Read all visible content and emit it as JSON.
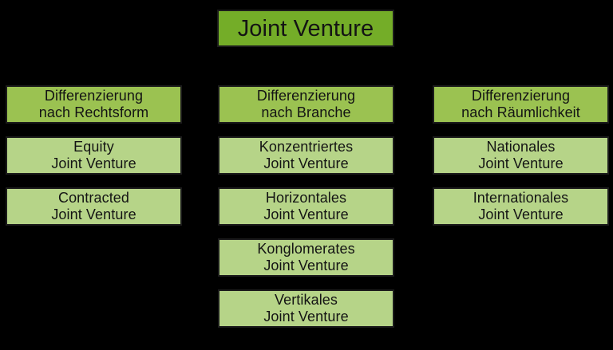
{
  "background_color": "#000000",
  "colors": {
    "root_box": "#74ad28",
    "header_box": "#9bc251",
    "item_box": "#b6d488",
    "text": "#141414"
  },
  "diagram": {
    "root": {
      "label": "Joint Venture"
    },
    "columns": [
      {
        "header": "Differenzierung\nnach Rechtsform",
        "items": [
          "Equity\nJoint Venture",
          "Contracted\nJoint Venture"
        ]
      },
      {
        "header": "Differenzierung\nnach Branche",
        "items": [
          "Konzentriertes\nJoint Venture",
          "Horizontales\nJoint Venture",
          "Konglomerates\nJoint Venture",
          "Vertikales\nJoint Venture"
        ]
      },
      {
        "header": "Differenzierung\nnach Räumlichkeit",
        "items": [
          "Nationales\nJoint Venture",
          "Internationales\nJoint Venture"
        ]
      }
    ]
  }
}
